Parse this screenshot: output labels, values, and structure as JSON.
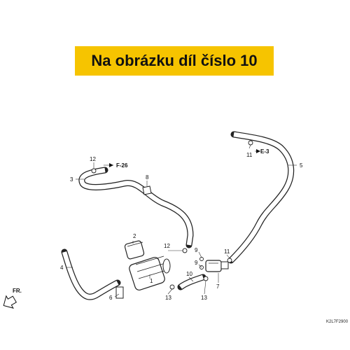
{
  "banner": {
    "text": "Na obrázku díl číslo 10",
    "color": "#f6c400"
  },
  "parts": {
    "p1": "1",
    "p2": "2",
    "p3": "3",
    "p4": "4",
    "p5": "5",
    "p6": "6",
    "p7": "7",
    "p8": "8",
    "p9a": "9",
    "p9b": "9",
    "p10": "10",
    "p11a": "11",
    "p11b": "11",
    "p12a": "12",
    "p12b": "12",
    "p13a": "13",
    "p13b": "13"
  },
  "references": {
    "f26": "F-26",
    "e3": "E-3"
  },
  "direction_label": "FR.",
  "diagram_code": "K2L7F2900"
}
